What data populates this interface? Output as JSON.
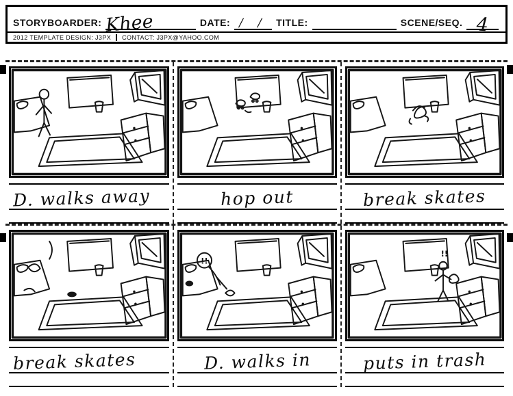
{
  "header": {
    "storyboarder_label": "STORYBOARDER:",
    "signature": "Khee",
    "date_label": "DATE:",
    "date_value": "/ /",
    "title_label": "TITLE:",
    "title_value": "",
    "scene_label": "SCENE/SEQ.",
    "scene_value": "4",
    "credit": "2012 TEMPLATE DESIGN: J3PX",
    "contact": "CONTACT: J3PX@YAHOO.COM"
  },
  "panels": [
    {
      "caption": "D. walks away",
      "sketch": "room-figure-walks-away"
    },
    {
      "caption": "hop out",
      "sketch": "room-skates-hop-out"
    },
    {
      "caption": "break skates",
      "sketch": "room-skates-breaking"
    },
    {
      "caption": "break skates",
      "sketch": "room-skates-broken"
    },
    {
      "caption": "D. walks in",
      "sketch": "room-figure-walks-in",
      "annotation": "!!"
    },
    {
      "caption": "puts in trash",
      "sketch": "room-figure-puts-in-trash",
      "annotation": "!!"
    }
  ],
  "ink_color": "#161616"
}
